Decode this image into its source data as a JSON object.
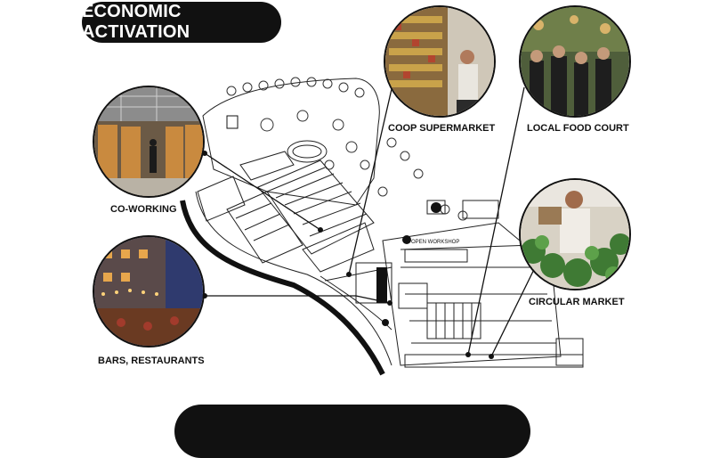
{
  "header": {
    "title": "ECONOMIC ACTIVATION"
  },
  "callouts": [
    {
      "key": "coop",
      "label": "COOP SUPERMARKET",
      "photo_icon": "supermarket-shelves"
    },
    {
      "key": "food",
      "label": "LOCAL FOOD COURT",
      "photo_icon": "crowd-market"
    },
    {
      "key": "cowork",
      "label": "CO-WORKING",
      "photo_icon": "wooden-office-hall"
    },
    {
      "key": "bars",
      "label": "BARS, RESTAURANTS",
      "photo_icon": "night-terrace"
    },
    {
      "key": "circular",
      "label": "CIRCULAR MARKET",
      "photo_icon": "plant-vendor"
    }
  ],
  "map_labels": {
    "workshop": "OPEN WORKSHOP"
  },
  "colors": {
    "ink": "#111111",
    "background": "#ffffff"
  }
}
